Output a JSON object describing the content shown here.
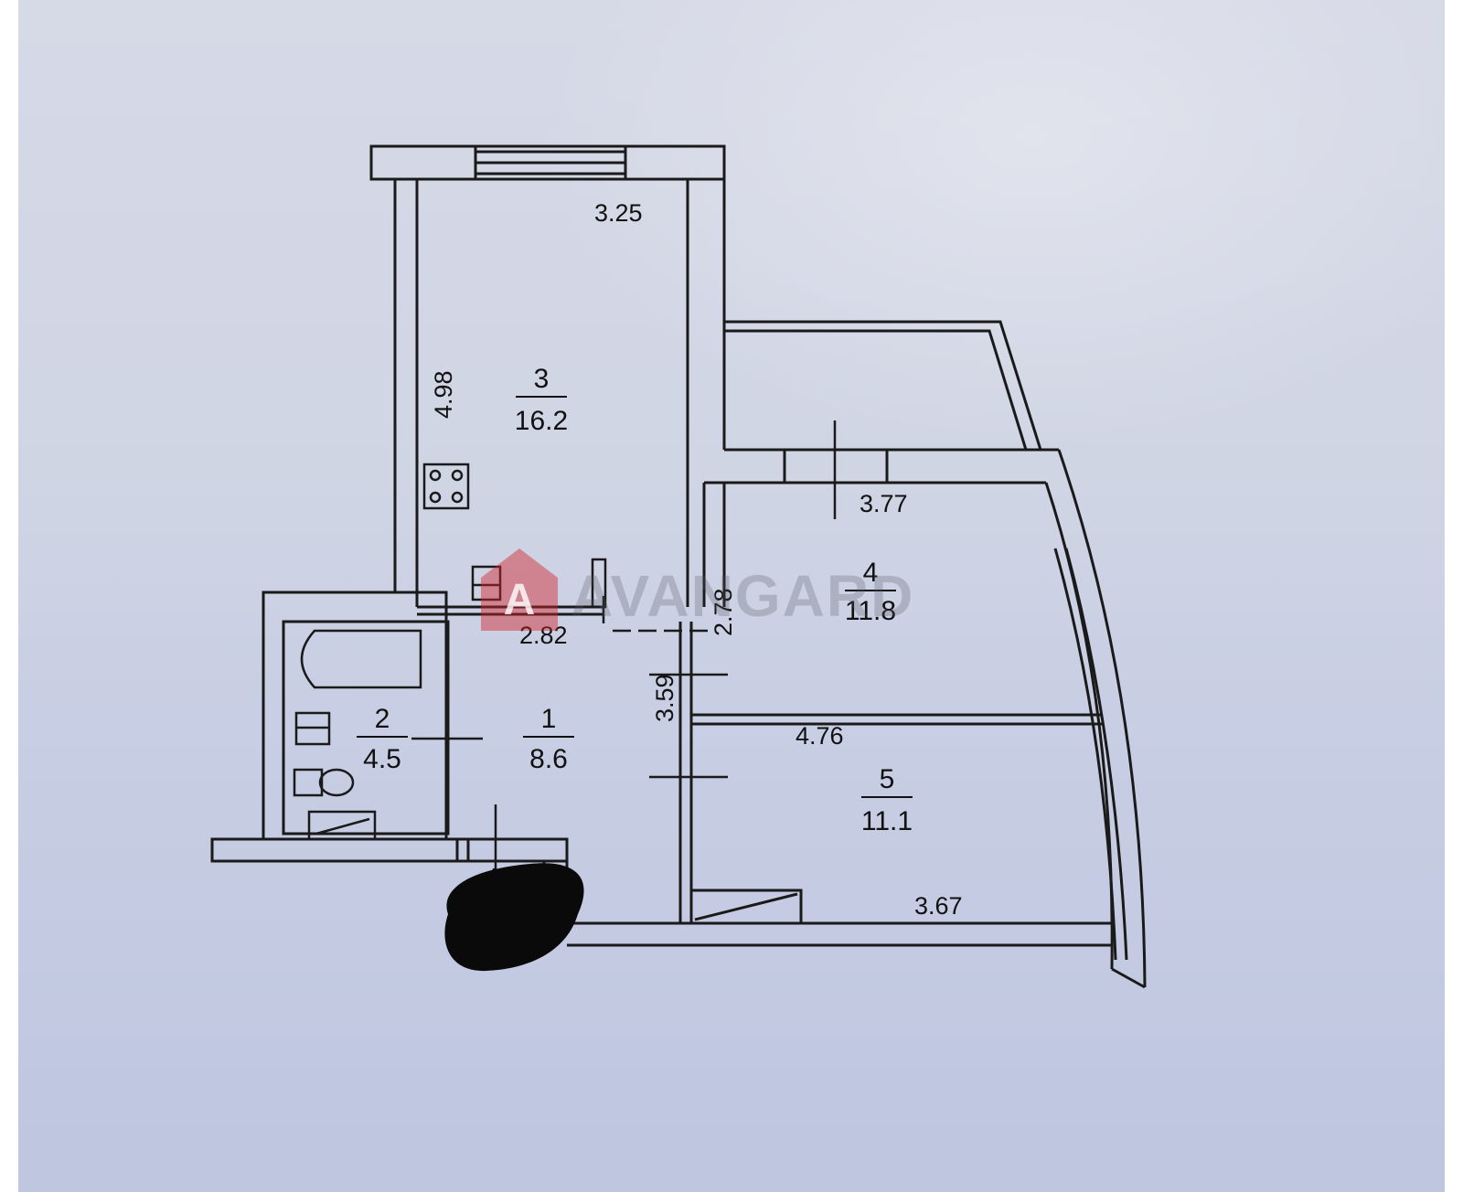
{
  "rooms": [
    {
      "number": "1",
      "area": "8.6"
    },
    {
      "number": "2",
      "area": "4.5"
    },
    {
      "number": "3",
      "area": "16.2"
    },
    {
      "number": "4",
      "area": "11.8"
    },
    {
      "number": "5",
      "area": "11.1"
    }
  ],
  "dimensions": {
    "kitchen_width": "3.25",
    "kitchen_length": "4.98",
    "hall_width": "2.82",
    "hall_length": "3.59",
    "room4_width": "3.77",
    "room4_depth": "2.78",
    "room5_width": "4.76",
    "room5_bottom": "3.67"
  },
  "watermark": {
    "text": "AVANGARD",
    "logo_letter": "A",
    "logo_color": "#d2232a"
  },
  "colors": {
    "wall": "#1a1a1a",
    "paper": "#d3d7e6"
  }
}
